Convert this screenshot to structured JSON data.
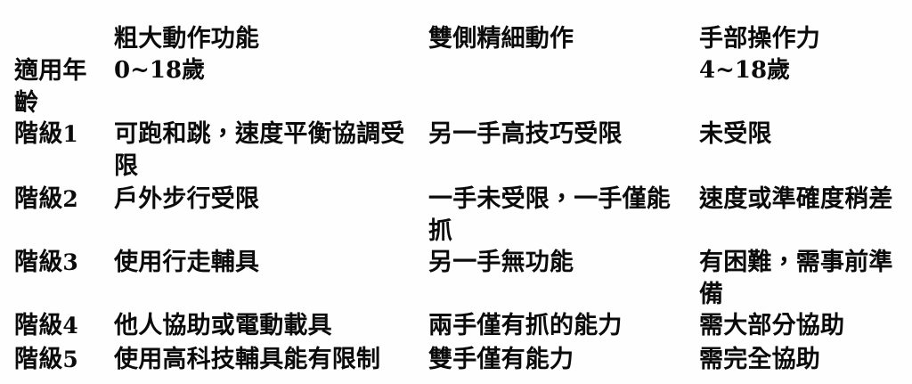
{
  "table": {
    "columns": [
      {
        "key": "label",
        "header": ""
      },
      {
        "key": "gross",
        "header": "粗大動作功能"
      },
      {
        "key": "fine",
        "header": "雙側精細動作"
      },
      {
        "key": "manual",
        "header": "手部操作力"
      }
    ],
    "age_row": {
      "label": "適用年\n齡",
      "gross": "0~18歲",
      "fine": "",
      "manual": "4~18歲"
    },
    "levels": [
      {
        "label": "階級",
        "number": "1",
        "gross": "可跑和跳，速度平衡協調受\n限",
        "fine": "另一手高技巧受限",
        "manual": "未受限"
      },
      {
        "label": "階級",
        "number": "2",
        "gross": "戶外步行受限",
        "fine": "一手未受限，一手僅能\n抓",
        "manual": "速度或準確度稍差"
      },
      {
        "label": "階級",
        "number": "3",
        "gross": "使用行走輔具",
        "fine": "另一手無功能",
        "manual": "有困難，需事前準\n備"
      },
      {
        "label": "階級",
        "number": "4",
        "gross": "他人協助或電動載具",
        "fine": "兩手僅有抓的能力",
        "manual": "需大部分協助"
      },
      {
        "label": "階級",
        "number": "5",
        "gross": "使用高科技輔具能有限制",
        "fine": "雙手僅有能力",
        "manual": "需完全協助"
      }
    ]
  },
  "style": {
    "text_color": "#0b0b0b",
    "background_color": "#fefefe"
  }
}
